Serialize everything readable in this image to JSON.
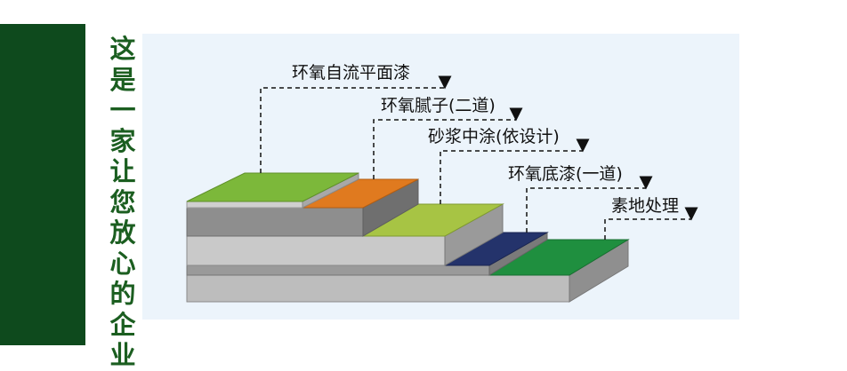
{
  "slogan": [
    "这",
    "是",
    "一",
    "家",
    "让",
    "您",
    "放",
    "心",
    "的",
    "企",
    "业"
  ],
  "layers": {
    "top_coat": "环氧自流平面漆",
    "putty": "环氧腻子(二道)",
    "mortar": "砂浆中涂(依设计)",
    "primer": "环氧底漆(一道)",
    "substrate": "素地处理"
  },
  "colors": {
    "brand_green": "#0e4a1d",
    "slogan_text": "#1b5e20",
    "top_coat": "#7cb83a",
    "putty": "#e07a1f",
    "mortar": "#a7c444",
    "primer": "#24336b",
    "substrate": "#1f8f3f"
  }
}
